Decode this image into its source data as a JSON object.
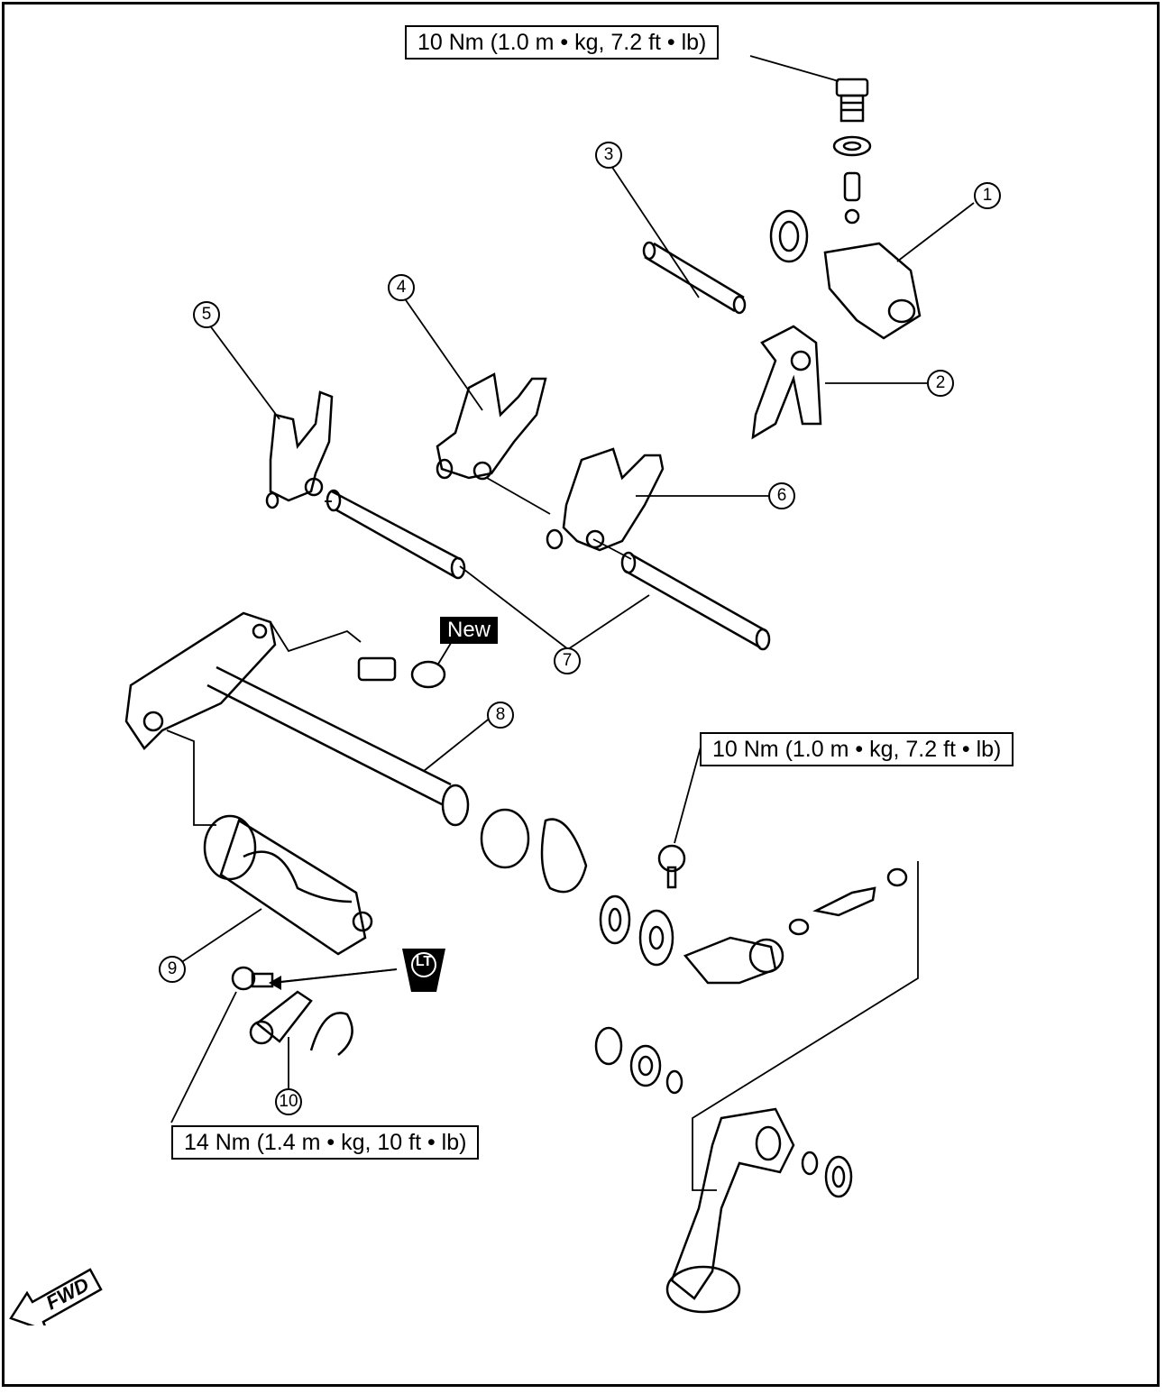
{
  "torque": {
    "top": "10 Nm (1.0 m • kg, 7.2 ft • lb)",
    "right": "10 Nm (1.0 m • kg, 7.2 ft • lb)",
    "bottom": "14 Nm (1.4 m • kg, 10 ft • lb)"
  },
  "badges": {
    "new": "New",
    "lt": "LT",
    "fwd": "FWD"
  },
  "parts": [
    "1",
    "2",
    "3",
    "4",
    "5",
    "6",
    "7",
    "8",
    "9",
    "10"
  ]
}
